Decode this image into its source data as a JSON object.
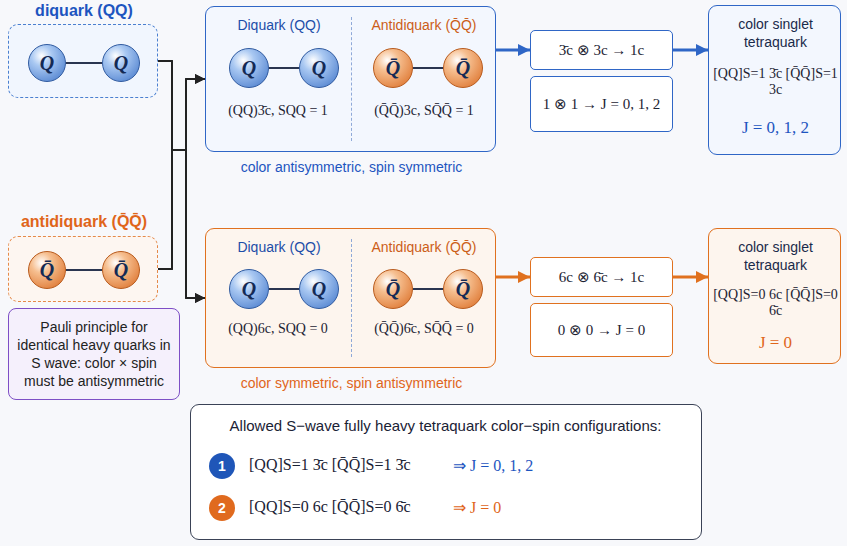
{
  "diagram": {
    "nodes": [
      {
        "text": [
          "diquark (QQ)"
        ]
      },
      {
        "text": [
          "Q"
        ],
        "in": 0
      },
      {
        "text": [
          "Q"
        ],
        "in": 0
      },
      {
        "text": [
          "antidiquark (Q̄Q̄)"
        ]
      },
      {
        "text": [
          "Q̄"
        ],
        "in": 3
      },
      {
        "text": [
          "Q̄"
        ],
        "in": 3
      },
      {
        "text": [
          "Pauli principle for identical heavy quarks in S wave: color × spin must be antisymmetric"
        ]
      },
      {
        "text": [
          "Diquark (QQ)",
          "(QQ)3̄c, SQQ = 1",
          "Antidiquark (Q̄Q̄)",
          "(Q̄Q̄)3c, SQ̄Q̄ = 1",
          "color antisymmetric, spin symmetric"
        ]
      },
      {
        "text": [
          "Q"
        ],
        "in": 7
      },
      {
        "text": [
          "Q"
        ],
        "in": 7
      },
      {
        "text": [
          "Q̄"
        ],
        "in": 7
      },
      {
        "text": [
          "Q̄"
        ],
        "in": 7
      },
      {
        "text": [
          "3̄c ⊗ 3c → 1c"
        ]
      },
      {
        "text": [
          "1 ⊗ 1 → J = 0, 1, 2"
        ]
      },
      {
        "text": [
          "color singlet tetraquark",
          "[QQ]S=1 3̄c [Q̄Q̄]S=1 3c",
          "J = 0, 1, 2"
        ]
      },
      {
        "text": [
          "Diquark (QQ)",
          "(QQ)6c, SQQ = 0",
          "Antidiquark (Q̄Q̄)",
          "(Q̄Q̄)6̄c, SQ̄Q̄ = 0",
          "color symmetric, spin antisymmetric"
        ]
      },
      {
        "text": [
          "Q"
        ],
        "in": 15
      },
      {
        "text": [
          "Q"
        ],
        "in": 15
      },
      {
        "text": [
          "Q̄"
        ],
        "in": 15
      },
      {
        "text": [
          "Q̄"
        ],
        "in": 15
      },
      {
        "text": [
          "6c ⊗ 6̄c → 1c"
        ]
      },
      {
        "text": [
          "0 ⊗ 0 → J = 0"
        ]
      },
      {
        "text": [
          "color singlet tetraquark",
          "[QQ]S=0 6c [Q̄Q̄]S=0 6̄c",
          "J = 0"
        ]
      },
      {
        "text": [
          "Allowed S−wave fully heavy tetraquark color−spin configurations:",
          "[QQ]S=1 3̄c [Q̄Q̄]S=1 3̄c",
          "⇒ J = 0, 1, 2",
          "[QQ]S=0 6c [Q̄Q̄]S=0 6̄c",
          "⇒ J = 0"
        ]
      },
      {
        "text": [
          "1"
        ],
        "in": 23
      },
      {
        "text": [
          "2"
        ],
        "in": 23
      }
    ],
    "edges": [
      {
        "from": 1,
        "to": 2,
        "arrow": "none"
      },
      {
        "from": 4,
        "to": 5,
        "arrow": "none"
      },
      {
        "from": 0,
        "to": 7,
        "arrow": "to"
      },
      {
        "from": 0,
        "to": 15,
        "arrow": "to"
      },
      {
        "from": 3,
        "to": 7,
        "arrow": "to"
      },
      {
        "from": 3,
        "to": 15,
        "arrow": "to"
      },
      {
        "from": 8,
        "to": 9,
        "arrow": "none"
      },
      {
        "from": 10,
        "to": 11,
        "arrow": "none"
      },
      {
        "from": 7,
        "to": 12,
        "arrow": "to"
      },
      {
        "from": 12,
        "to": 14,
        "arrow": "to"
      },
      {
        "from": 16,
        "to": 17,
        "arrow": "none"
      },
      {
        "from": 18,
        "to": 19,
        "arrow": "none"
      },
      {
        "from": 15,
        "to": 20,
        "arrow": "to"
      },
      {
        "from": 20,
        "to": 22,
        "arrow": "to"
      }
    ]
  }
}
